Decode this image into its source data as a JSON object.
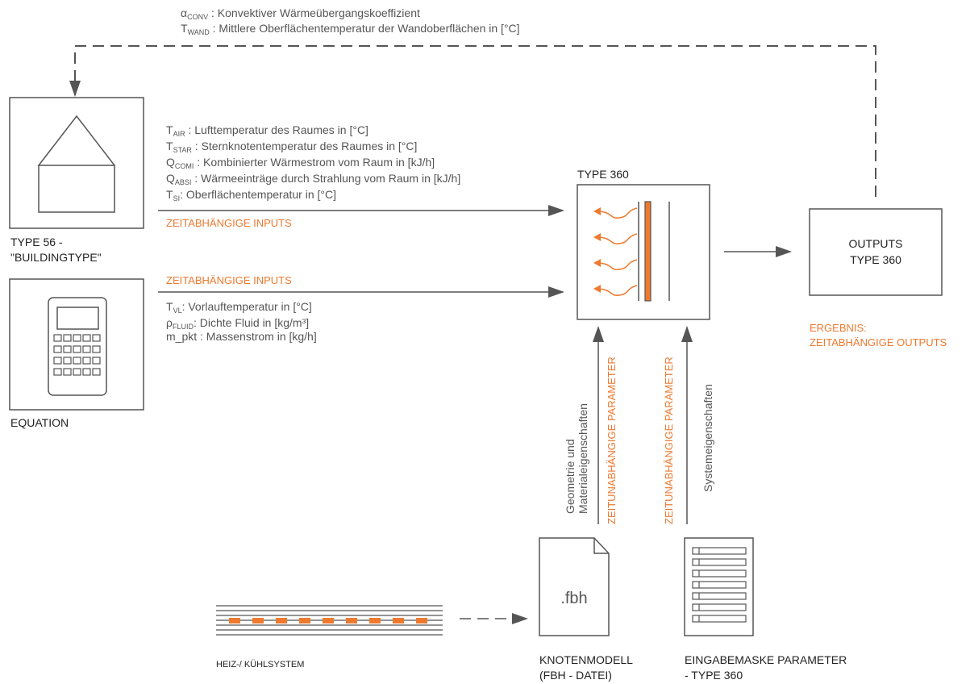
{
  "feedback": {
    "alpha": {
      "sym": "α",
      "sub": "CONV",
      "text": " : Konvektiver Wärmeübergangskoeffizient"
    },
    "twand": {
      "sym": "T",
      "sub": "WAND",
      "text": " : Mittlere Oberflächentemperatur der Wandoberflächen in [°C]"
    }
  },
  "building": {
    "label_line1": "TYPE 56 -",
    "label_line2": "\"BUILDINGTYPE\""
  },
  "equation": {
    "label": "EQUATION"
  },
  "inputs_building": [
    {
      "sym": "T",
      "sub": "AIR",
      "text": " : Lufttemperatur des Raumes in [°C]"
    },
    {
      "sym": "T",
      "sub": "STAR",
      "text": " : Sternknotentemperatur des Raumes in [°C]"
    },
    {
      "sym": "Q",
      "sub": "COMI",
      "text": " : Kombinierter Wärmestrom vom Raum in [kJ/h]"
    },
    {
      "sym": "Q",
      "sub": "ABSI",
      "text": " : Wärmeeinträge durch Strahlung vom Raum in [kJ/h]"
    },
    {
      "sym": "T",
      "sub": "SI",
      "text": ": Oberflächentemperatur in [°C]"
    }
  ],
  "inputs_label": "ZEITABHÄNGIGE INPUTS",
  "inputs_equation": [
    {
      "sym": "T",
      "sub": "VL",
      "text": ": Vorlauftemperatur in [°C]"
    },
    {
      "sym": "ρ",
      "sub": "FLUID",
      "text": ": Dichte Fluid in [kg/m³]"
    },
    {
      "sym": "",
      "sub": "",
      "text": "m_pkt : Massenstrom in [kg/h]"
    }
  ],
  "type360": {
    "title": "TYPE 360"
  },
  "outputs": {
    "line1": "OUTPUTS",
    "line2": "TYPE 360",
    "result_line1": "ERGEBNIS:",
    "result_line2": "ZEITABHÄNGIGE OUTPUTS"
  },
  "params": {
    "label": "ZEITUNABHÄNGIGE PARAMETER",
    "geo_line1": "Geometrie und",
    "geo_line2": "Materialeigenschaften",
    "system": "Systemeigenschaften"
  },
  "file": {
    "ext": ".fbh",
    "label_line1": "KNOTENMODELL",
    "label_line2": "(FBH - DATEI)"
  },
  "mask": {
    "label_line1": "EINGABEMASKE PARAMETER",
    "label_line2": "- TYPE 360"
  },
  "heating": {
    "label": "HEIZ-/ KÜHLSYSTEM"
  },
  "colors": {
    "accent": "#ee7a30",
    "line": "#555555"
  }
}
